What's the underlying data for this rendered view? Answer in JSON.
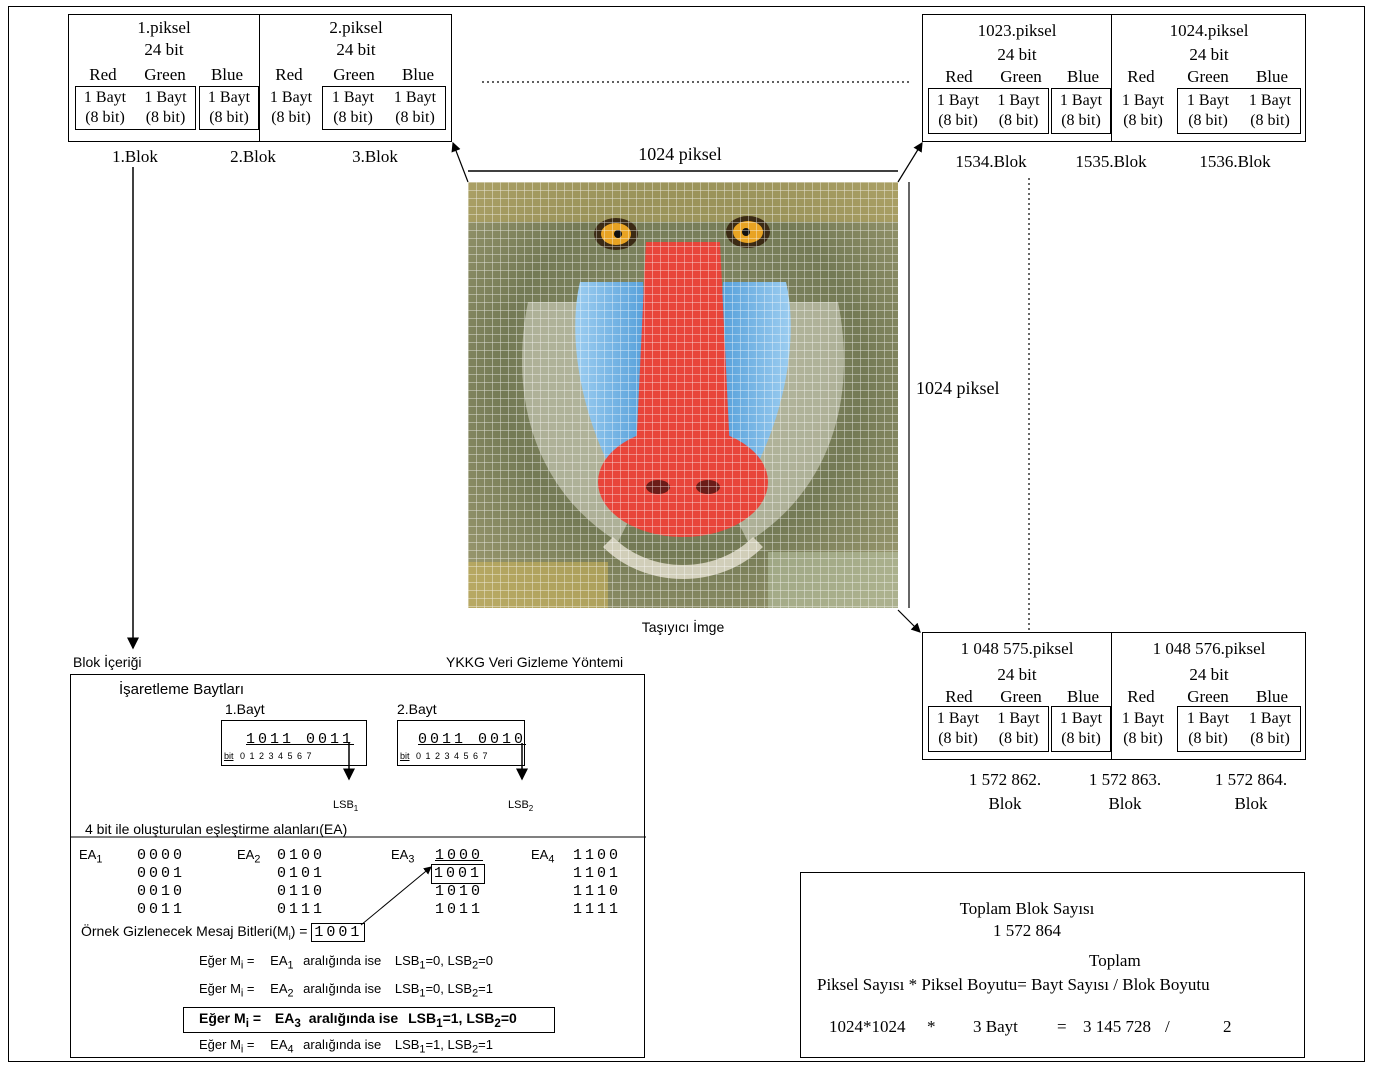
{
  "top_left": {
    "pixel1": {
      "label": "1.piksel",
      "bits": "24 bit"
    },
    "pixel2": {
      "label": "2.piksel",
      "bits": "24 bit"
    },
    "channels": [
      "Red",
      "Green",
      "Blue",
      "Red",
      "Green",
      "Blue"
    ],
    "bytes": [
      "1 Bayt",
      "1 Bayt",
      "1 Bayt",
      "1 Bayt",
      "1 Bayt",
      "1 Bayt"
    ],
    "bits8": [
      "(8 bit)",
      "(8 bit)",
      "(8 bit)",
      "(8 bit)",
      "(8 bit)",
      "(8 bit)"
    ],
    "blocks": [
      "1.Blok",
      "2.Blok",
      "3.Blok"
    ]
  },
  "top_right": {
    "pixel1": {
      "label": "1023.piksel",
      "bits": "24 bit"
    },
    "pixel2": {
      "label": "1024.piksel",
      "bits": "24 bit"
    },
    "channels": [
      "Red",
      "Green",
      "Blue",
      "Red",
      "Green",
      "Blue"
    ],
    "bytes": [
      "1 Bayt",
      "1 Bayt",
      "1 Bayt",
      "1 Bayt",
      "1 Bayt",
      "1 Bayt"
    ],
    "bits8": [
      "(8 bit)",
      "(8 bit)",
      "(8 bit)",
      "(8 bit)",
      "(8 bit)",
      "(8 bit)"
    ],
    "blocks": [
      "1534.Blok",
      "1535.Blok",
      "1536.Blok"
    ]
  },
  "bottom_right": {
    "pixel1": {
      "label": "1 048 575.piksel",
      "bits": "24 bit"
    },
    "pixel2": {
      "label": "1 048 576.piksel",
      "bits": "24 bit"
    },
    "channels": [
      "Red",
      "Green",
      "Blue",
      "Red",
      "Green",
      "Blue"
    ],
    "bytes": [
      "1 Bayt",
      "1 Bayt",
      "1 Bayt",
      "1 Bayt",
      "1 Bayt",
      "1 Bayt"
    ],
    "bits8": [
      "(8 bit)",
      "(8 bit)",
      "(8 bit)",
      "(8 bit)",
      "(8 bit)",
      "(8 bit)"
    ],
    "blocks": [
      {
        "num": "1 572 862.",
        "word": "Blok"
      },
      {
        "num": "1 572 863.",
        "word": "Blok"
      },
      {
        "num": "1 572 864.",
        "word": "Blok"
      }
    ]
  },
  "image": {
    "width_label": "1024 piksel",
    "height_label": "1024 piksel",
    "caption": "Taşıyıcı İmge"
  },
  "block_content": {
    "title": "Blok İçeriği",
    "method": "YKKG Veri Gizleme Yöntemi",
    "marking_bytes": "İşaretleme Baytları",
    "byte1": {
      "label": "1.Bayt",
      "bits": "1011  0011",
      "index_prefix": "bit",
      "index": "0 1 2 3  4 5 6 7",
      "lsb": "LSB",
      "lsb_sub": "1"
    },
    "byte2": {
      "label": "2.Bayt",
      "bits": "0011  0010",
      "index_prefix": "bit",
      "index": "0 1 2 3  4 5 6 7",
      "lsb": "LSB",
      "lsb_sub": "2"
    },
    "ea_heading": "4 bit ile oluşturulan eşleştirme alanları(EA)",
    "ea_groups": [
      {
        "name": "EA",
        "sub": "1",
        "values": [
          "0000",
          "0001",
          "0010",
          "0011"
        ]
      },
      {
        "name": "EA",
        "sub": "2",
        "values": [
          "0100",
          "0101",
          "0110",
          "0111"
        ]
      },
      {
        "name": "EA",
        "sub": "3",
        "values": [
          "1000",
          "1001",
          "1010",
          "1011"
        ]
      },
      {
        "name": "EA",
        "sub": "4",
        "values": [
          "1100",
          "1101",
          "1110",
          "1111"
        ]
      }
    ],
    "sample_label": "Örnek Gizlenecek Mesaj Bitleri(M",
    "sample_sub": "i",
    "sample_suffix": ") =",
    "sample_value": "1001",
    "rules": [
      {
        "prefix": "Eğer M",
        "sub": "i",
        "eq": " =",
        "ea": "EA",
        "ea_sub": "1",
        "mid": "aralığında ise",
        "lsb1": "LSB",
        "lsb1_sub": "1",
        "v1": "=0,",
        "lsb2": "LSB",
        "lsb2_sub": "2",
        "v2": "=0",
        "bold": false
      },
      {
        "prefix": "Eğer M",
        "sub": "i",
        "eq": " =",
        "ea": "EA",
        "ea_sub": "2",
        "mid": "aralığında ise",
        "lsb1": "LSB",
        "lsb1_sub": "1",
        "v1": "=0,",
        "lsb2": "LSB",
        "lsb2_sub": "2",
        "v2": "=1",
        "bold": false
      },
      {
        "prefix": "Eğer M",
        "sub": "i",
        "eq": " =",
        "ea": "EA",
        "ea_sub": "3",
        "mid": "aralığında ise",
        "lsb1": "LSB",
        "lsb1_sub": "1",
        "v1": "=1,",
        "lsb2": "LSB",
        "lsb2_sub": "2",
        "v2": "=0",
        "bold": true
      },
      {
        "prefix": "Eğer M",
        "sub": "i",
        "eq": " =",
        "ea": "EA",
        "ea_sub": "4",
        "mid": "aralığında ise",
        "lsb1": "LSB",
        "lsb1_sub": "1",
        "v1": "=1,",
        "lsb2": "LSB",
        "lsb2_sub": "2",
        "v2": "=1",
        "bold": false
      }
    ]
  },
  "totals": {
    "title": "Toplam Blok Sayısı",
    "value": "1 572 864",
    "toplam": "Toplam",
    "formula_labels": "Piksel Sayısı * Piksel Boyutu= Bayt Sayısı  / Blok Boyutu",
    "f_pixels": "1024*1024",
    "f_op1": "*",
    "f_size": "3 Bayt",
    "f_eq": "=",
    "f_bytes": "3 145 728",
    "f_div": "/",
    "f_block": "2"
  },
  "colors": {
    "face_red": "#e8453a",
    "cheek_blue": "#6fb3e6",
    "fur": "#7f8a6a",
    "eye": "#e8a323"
  }
}
